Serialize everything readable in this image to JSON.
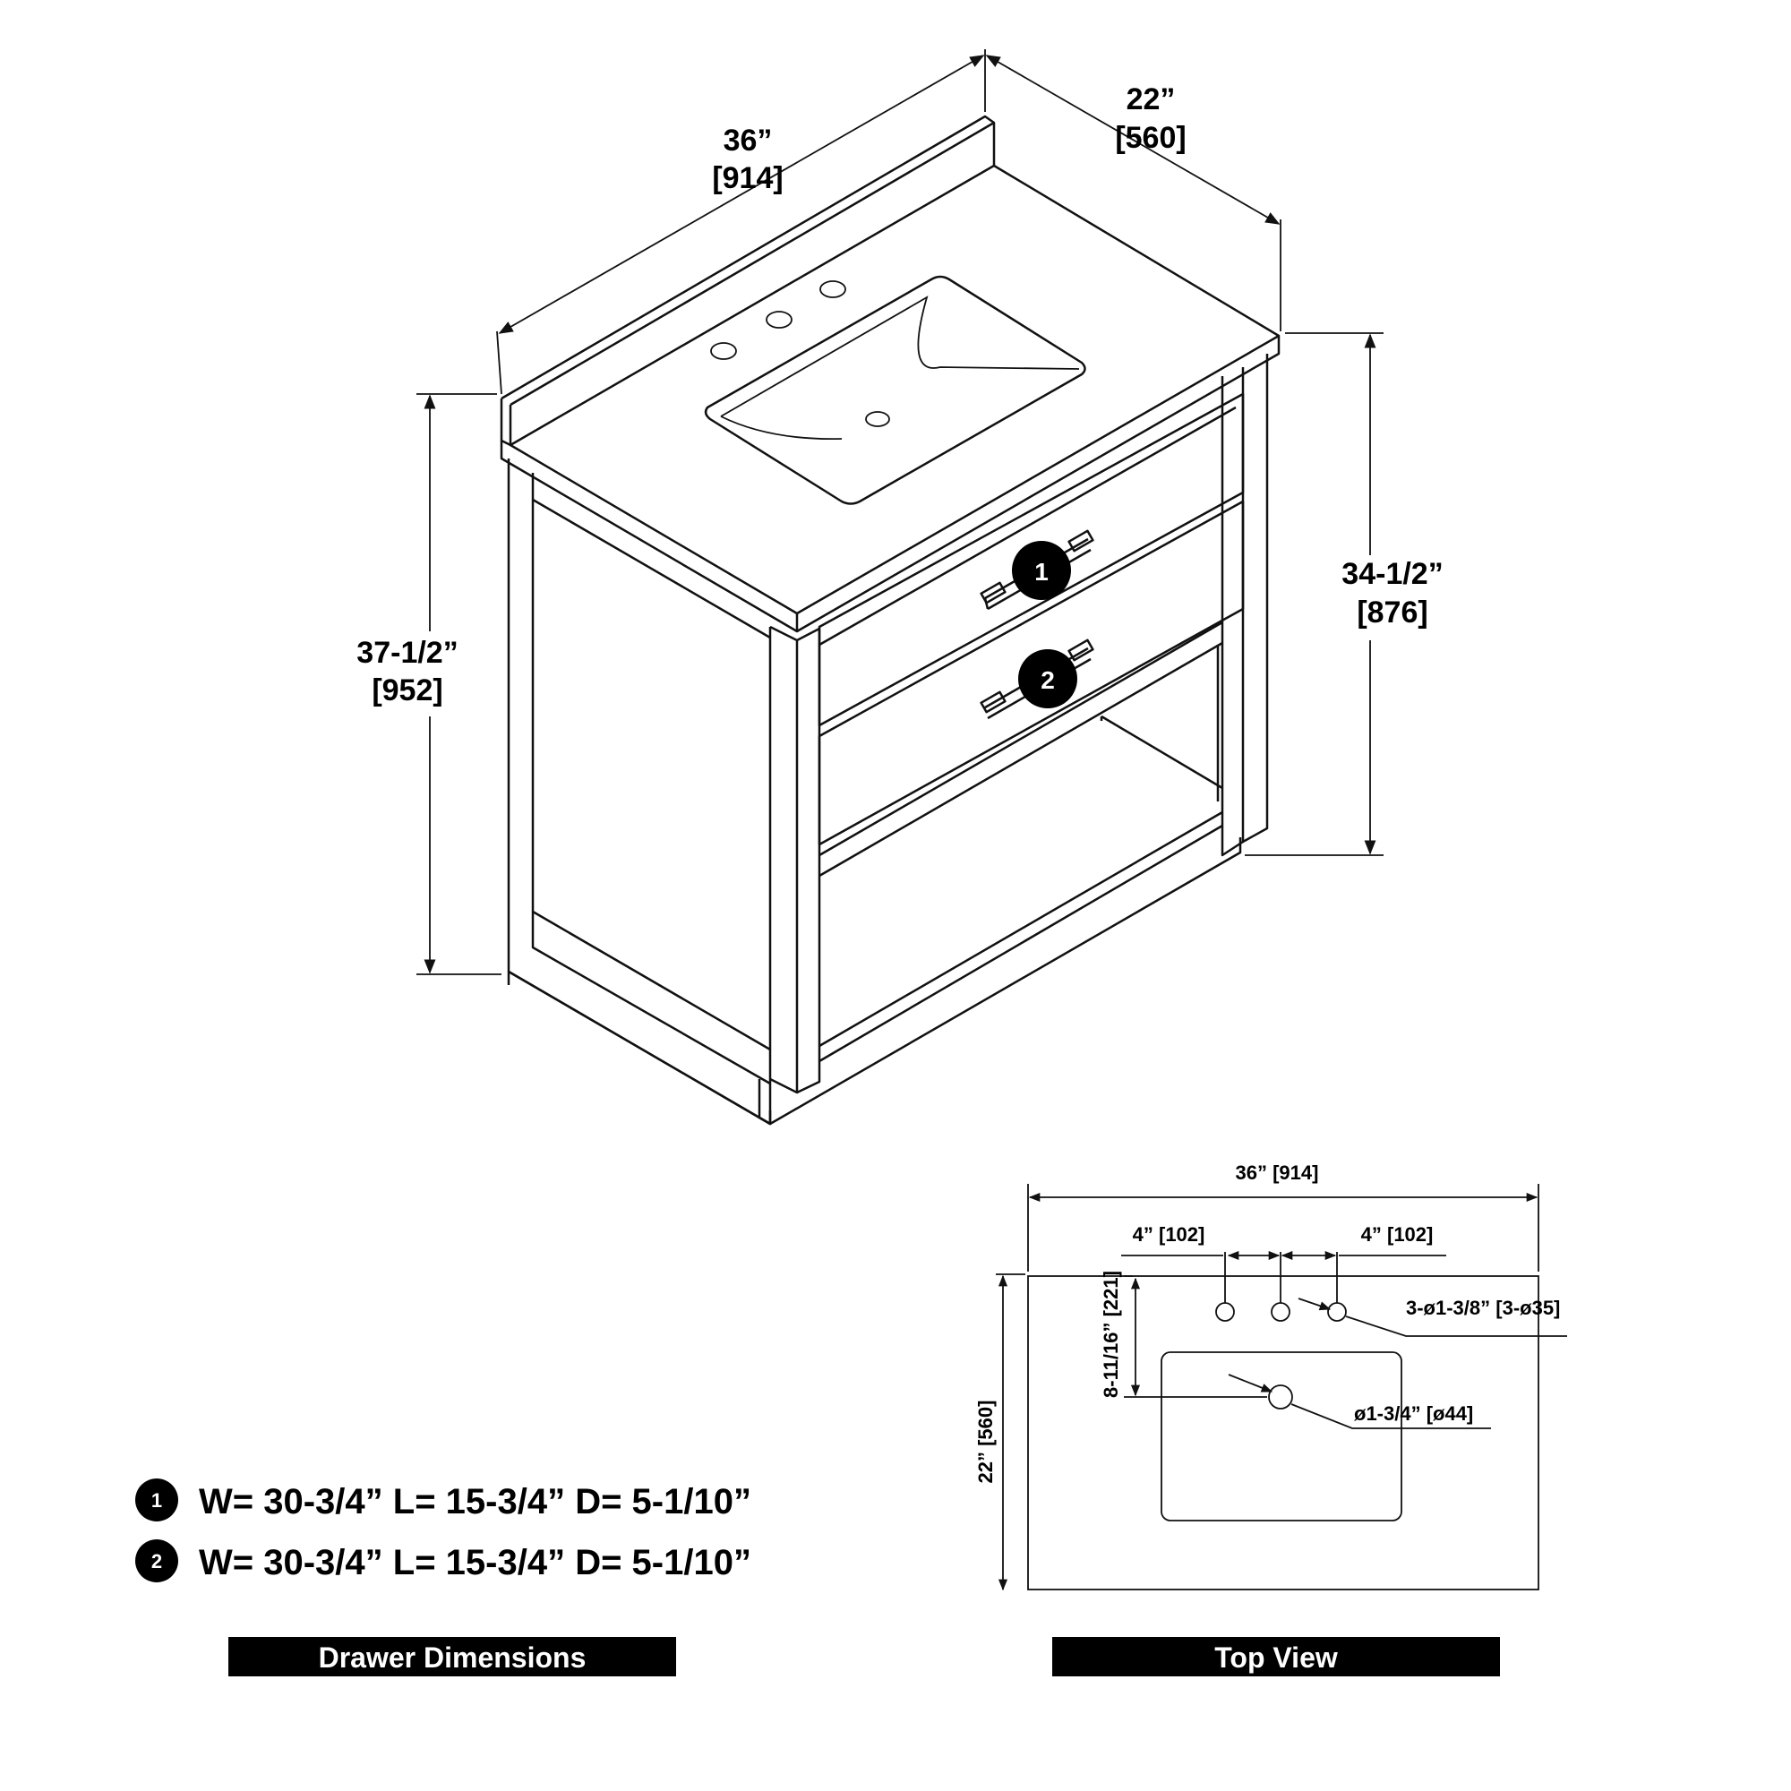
{
  "iso_view": {
    "width_in": "36”",
    "width_mm": "[914]",
    "depth_in": "22”",
    "depth_mm": "[560]",
    "total_height_in": "37-1/2”",
    "total_height_mm": "[952]",
    "counter_height_in": "34-1/2”",
    "counter_height_mm": "[876]",
    "drawer_badges": [
      "1",
      "2"
    ]
  },
  "drawer_dimensions": {
    "rows": [
      {
        "badge": "1",
        "text": "W= 30-3/4” L= 15-3/4” D= 5-1/10”"
      },
      {
        "badge": "2",
        "text": "W= 30-3/4” L= 15-3/4” D= 5-1/10”"
      }
    ],
    "banner": "Drawer Dimensions"
  },
  "top_view": {
    "width_label": "36” [914]",
    "spacing_left": "4” [102]",
    "spacing_right": "4” [102]",
    "faucet_holes": "3-ø1-3/8” [3-ø35]",
    "drain": "ø1-3/4” [ø44]",
    "hole_offset": "8-11/16” [221]",
    "depth_label": "22” [560]",
    "banner": "Top View"
  }
}
